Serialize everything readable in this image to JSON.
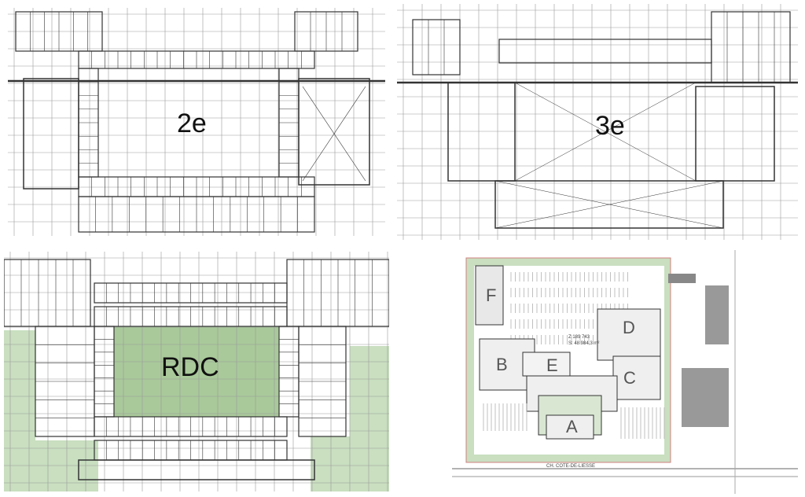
{
  "plans": [
    {
      "id": "2e",
      "label": "2e"
    },
    {
      "id": "3e",
      "label": "3e"
    },
    {
      "id": "rdc",
      "label": "RDC"
    }
  ],
  "site_plan": {
    "buildings": [
      "A",
      "B",
      "C",
      "D",
      "E",
      "F"
    ],
    "coordinates_text": "Z 189 743",
    "area_text": "S: 48 984,3 m²",
    "street_label": "CH. COTE-DE-LIESSE"
  },
  "colors": {
    "green": "#c9dfc0",
    "line": "#333333",
    "grid": "#9a9a9a",
    "parking": "#b0b0b0"
  }
}
